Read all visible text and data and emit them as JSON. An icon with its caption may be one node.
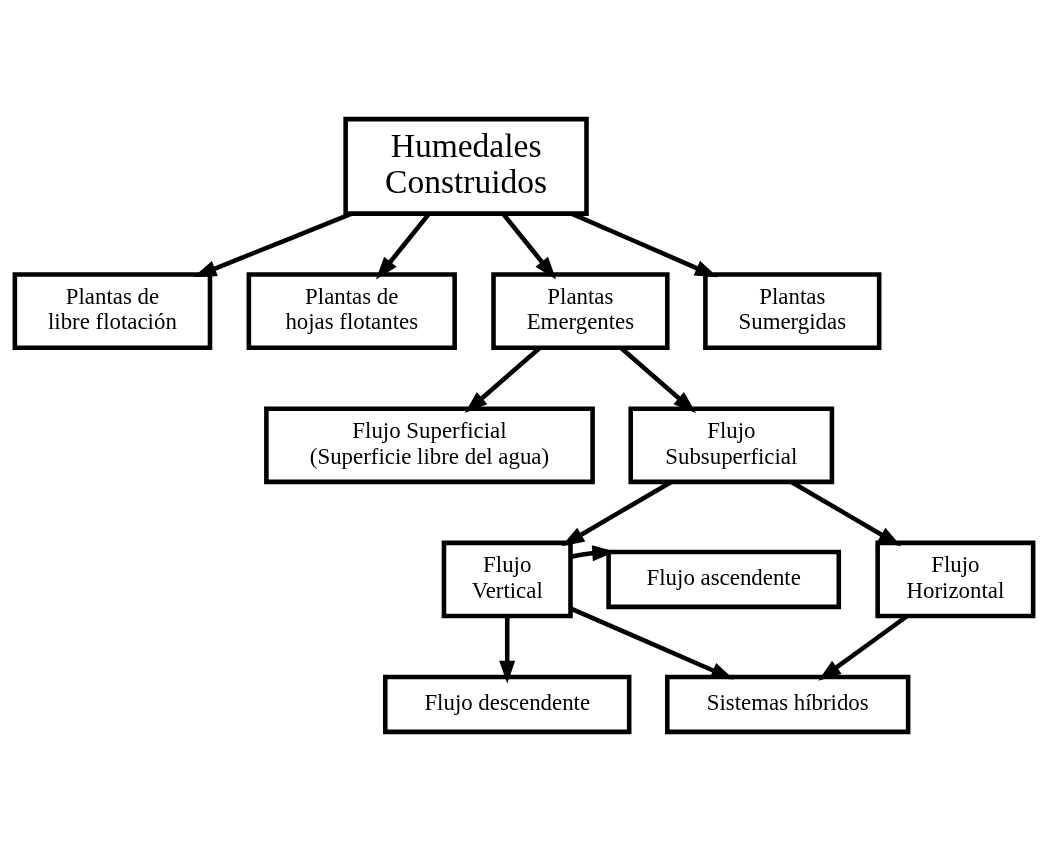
{
  "diagram": {
    "nodes": [
      {
        "text": [
          "Humedales Construidos"
        ]
      },
      {
        "text": [
          "Plantas de libre flotación"
        ]
      },
      {
        "text": [
          "Plantas de hojas flotantes"
        ]
      },
      {
        "text": [
          "Plantas Emergentes"
        ]
      },
      {
        "text": [
          "Plantas Sumergidas"
        ]
      },
      {
        "text": [
          "Flujo Superficial (Superficie libre del agua)"
        ]
      },
      {
        "text": [
          "Flujo Subsuperficial"
        ]
      },
      {
        "text": [
          "Flujo ascendente"
        ]
      },
      {
        "text": [
          "Flujo Vertical"
        ]
      },
      {
        "text": [
          "Flujo Horizontal"
        ]
      },
      {
        "text": [
          "Flujo descendente"
        ]
      },
      {
        "text": [
          "Sistemas híbridos"
        ]
      }
    ],
    "edges": [
      {
        "from": 0,
        "to": 1,
        "arrow": "to"
      },
      {
        "from": 0,
        "to": 2,
        "arrow": "to"
      },
      {
        "from": 0,
        "to": 3,
        "arrow": "to"
      },
      {
        "from": 0,
        "to": 4,
        "arrow": "to"
      },
      {
        "from": 3,
        "to": 5,
        "arrow": "to"
      },
      {
        "from": 3,
        "to": 6,
        "arrow": "to"
      },
      {
        "from": 6,
        "to": 8,
        "arrow": "to"
      },
      {
        "from": 6,
        "to": 9,
        "arrow": "to"
      },
      {
        "from": 8,
        "to": 7,
        "arrow": "to"
      },
      {
        "from": 8,
        "to": 10,
        "arrow": "to"
      },
      {
        "from": 8,
        "to": 11,
        "arrow": "to"
      },
      {
        "from": 9,
        "to": 11,
        "arrow": "to"
      }
    ]
  }
}
